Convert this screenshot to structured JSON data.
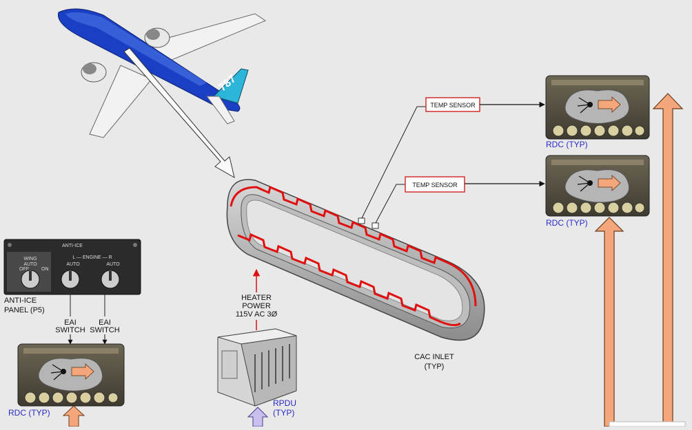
{
  "labels": {
    "temp_sensor_1": "TEMP SENSOR",
    "temp_sensor_2": "TEMP SENSOR",
    "rdc_top": "RDC (TYP)",
    "rdc_mid": "RDC (TYP)",
    "rdc_bottom": "RDC (TYP)",
    "anti_ice_panel_line1": "ANTI-ICE",
    "anti_ice_panel_line2": "PANEL (P5)",
    "eai_switch_left_1": "EAI",
    "eai_switch_left_2": "SWITCH",
    "eai_switch_right_1": "EAI",
    "eai_switch_right_2": "SWITCH",
    "heater_power_1": "HEATER",
    "heater_power_2": "POWER",
    "heater_power_3": "115V AC 3Ø",
    "cac_inlet_1": "CAC INLET",
    "cac_inlet_2": "(TYP)",
    "rpdu_1": "RPDU",
    "rpdu_2": "(TYP)"
  },
  "panel": {
    "title": "ANTI-ICE",
    "wing_label": "WING",
    "engine_label": "L — ENGINE — R",
    "auto": "AUTO",
    "off": "OFF",
    "on": "ON"
  },
  "aircraft": {
    "tail_text": "787",
    "livery_colors": [
      "#1a3fc4",
      "#ffffff",
      "#2bb5d8"
    ]
  },
  "colors": {
    "heater_trace": "#e01010",
    "sensor_box": "#d03030",
    "signal_arrow": "#f4a77a",
    "rpdu_arrow": "#c9c0f0",
    "label_blue": "#2a2ac8"
  }
}
